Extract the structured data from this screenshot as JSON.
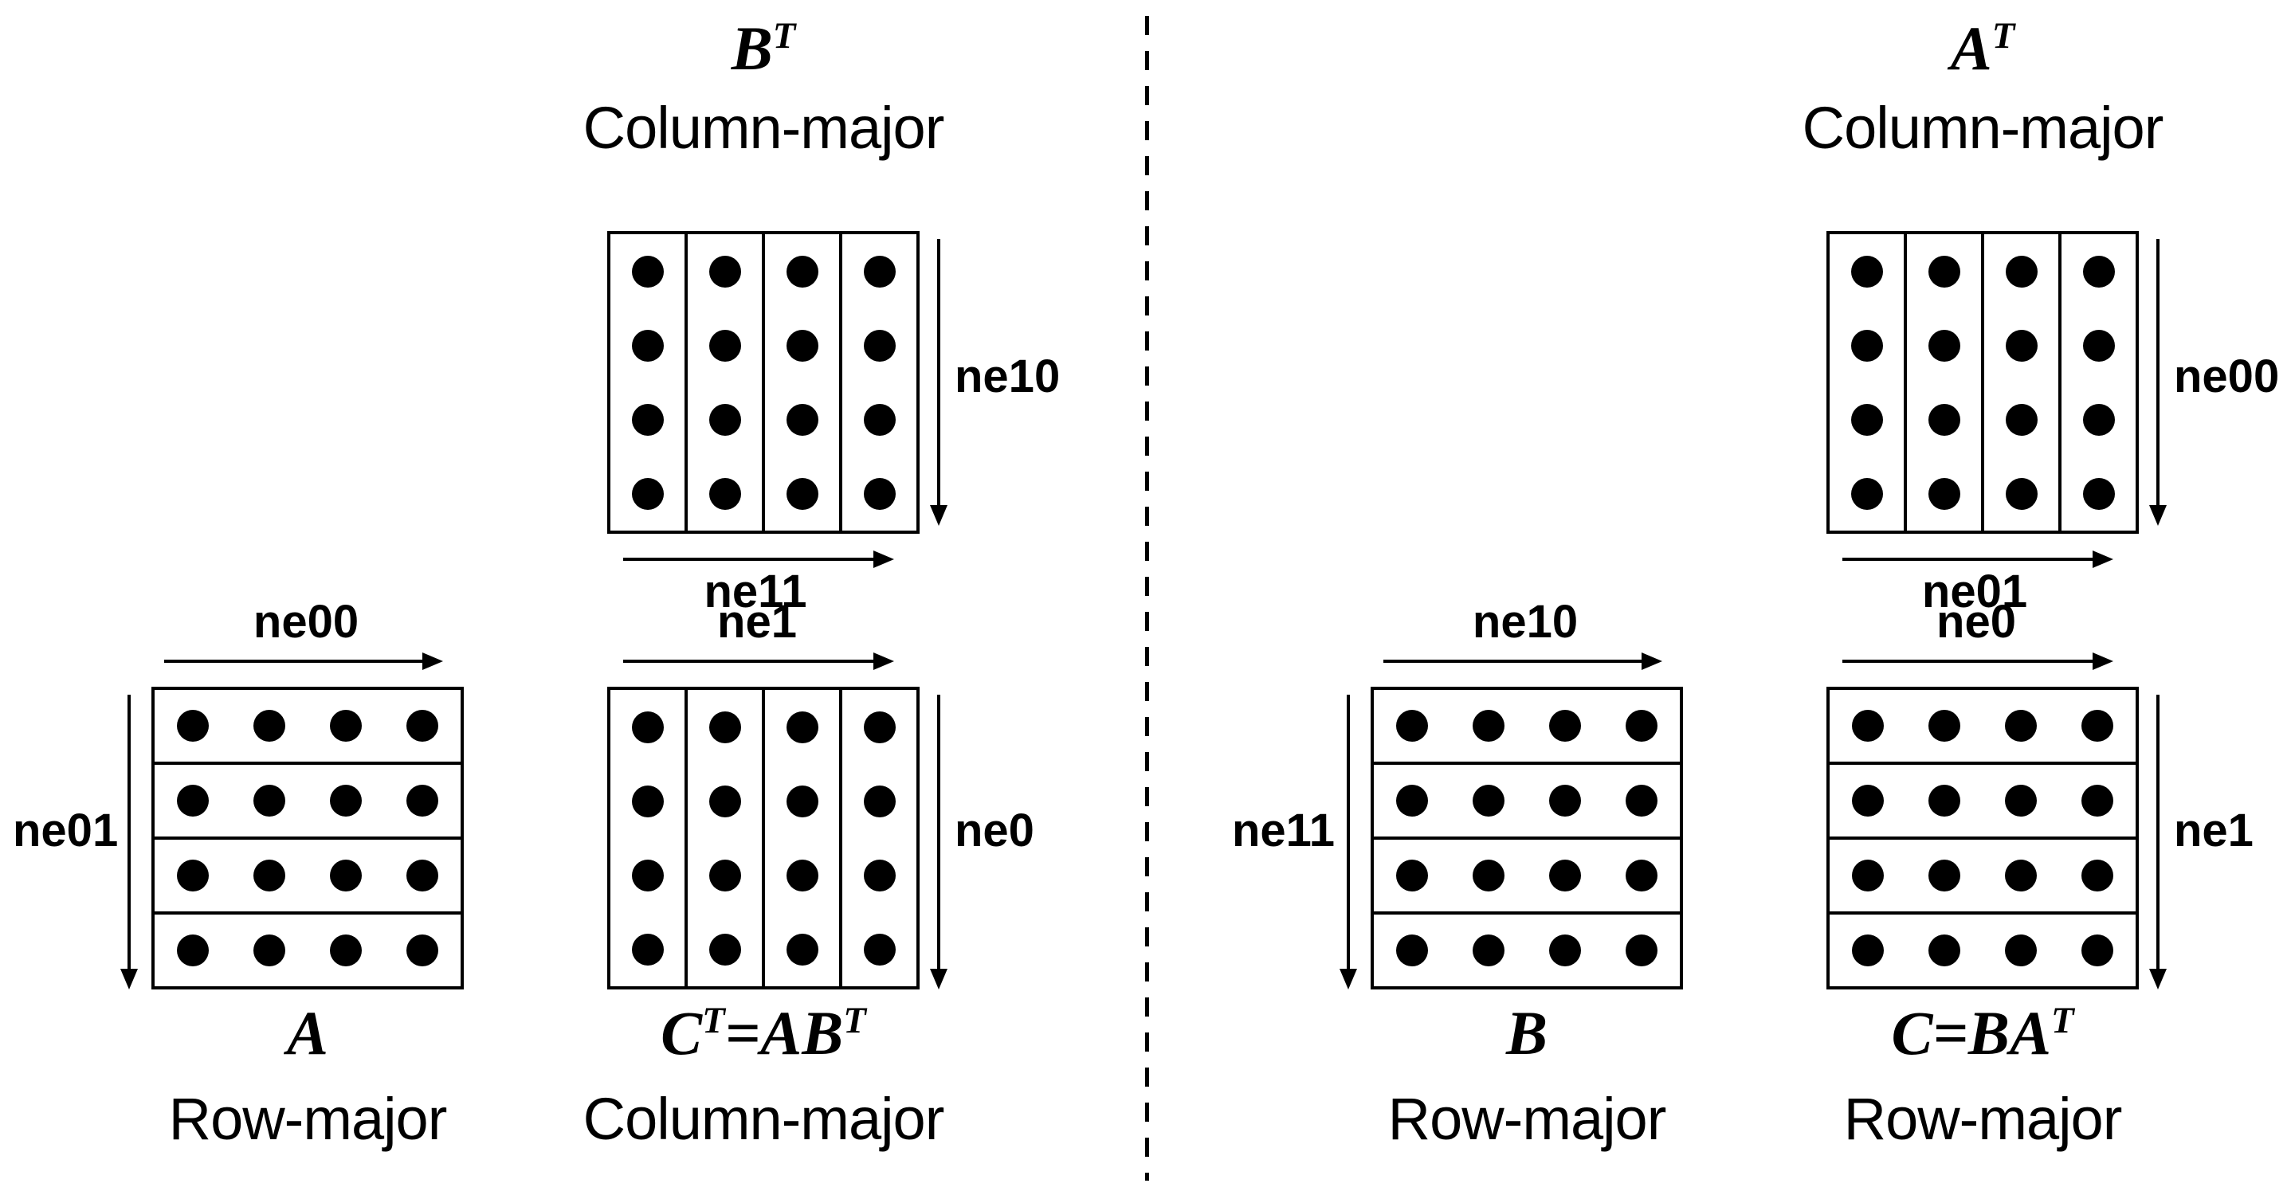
{
  "grid": {
    "rows": 4,
    "cols": 4
  },
  "divider_color": "#000000",
  "dot_color": "#000000",
  "panels": {
    "left": {
      "top_matrix": {
        "name": {
          "pre": "B",
          "sup1": "T",
          "mid": "",
          "sup2": ""
        },
        "layout": "Column-major",
        "orientation": "column",
        "vertical_label": "ne10",
        "horizontal_label": "ne11"
      },
      "left_matrix": {
        "name": {
          "pre": "A",
          "sup1": "",
          "mid": "",
          "sup2": ""
        },
        "layout": "Row-major",
        "orientation": "row",
        "horizontal_label": "ne00",
        "vertical_label": "ne01"
      },
      "right_matrix": {
        "name": {
          "pre": "C",
          "sup1": "T",
          "mid": "=AB",
          "sup2": "T"
        },
        "layout": "Column-major",
        "orientation": "column",
        "horizontal_label": "ne1",
        "vertical_label": "ne0"
      }
    },
    "right": {
      "top_matrix": {
        "name": {
          "pre": "A",
          "sup1": "T",
          "mid": "",
          "sup2": ""
        },
        "layout": "Column-major",
        "orientation": "column",
        "vertical_label": "ne00",
        "horizontal_label": "ne01"
      },
      "left_matrix": {
        "name": {
          "pre": "B",
          "sup1": "",
          "mid": "",
          "sup2": ""
        },
        "layout": "Row-major",
        "orientation": "row",
        "horizontal_label": "ne10",
        "vertical_label": "ne11"
      },
      "right_matrix": {
        "name": {
          "pre": "C",
          "sup1": "",
          "mid": "=BA",
          "sup2": "T"
        },
        "layout": "Row-major",
        "orientation": "row",
        "horizontal_label": "ne0",
        "vertical_label": "ne1"
      }
    }
  }
}
